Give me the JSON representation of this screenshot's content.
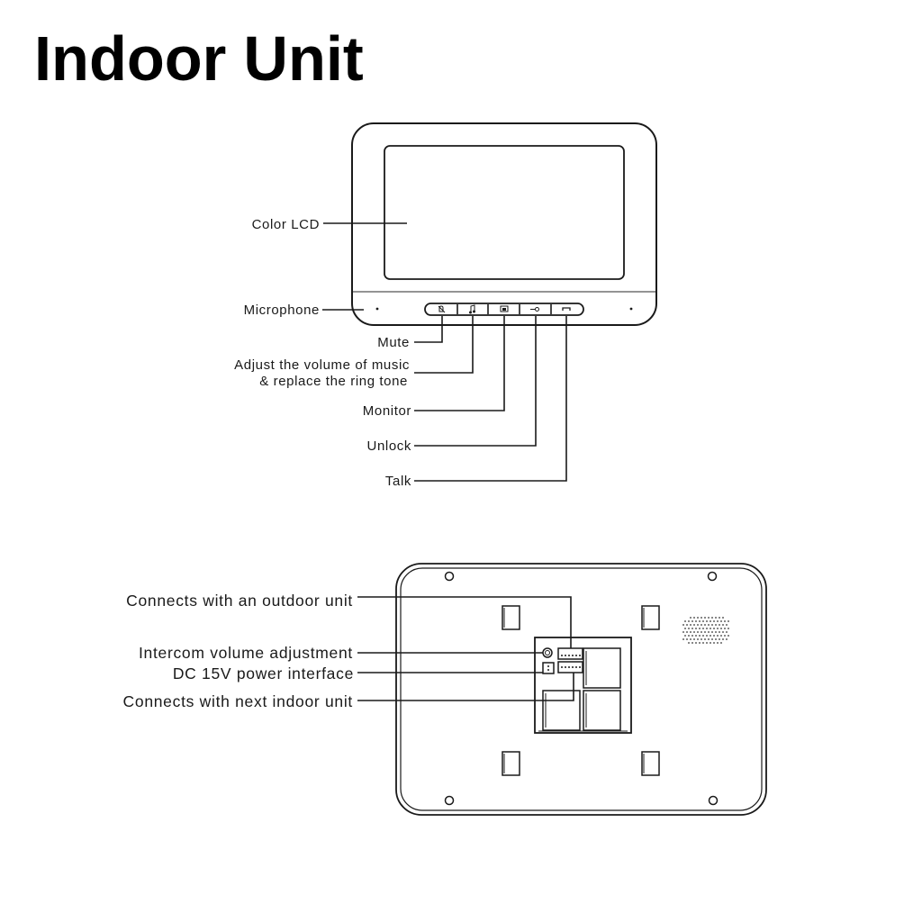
{
  "title": "Indoor Unit",
  "front_labels": {
    "color_lcd": "Color LCD",
    "microphone": "Microphone",
    "mute": "Mute",
    "volume_line1": "Adjust the volume of music",
    "volume_line2": "& replace the ring tone",
    "monitor": "Monitor",
    "unlock": "Unlock",
    "talk": "Talk"
  },
  "back_labels": {
    "outdoor": "Connects with an outdoor unit",
    "intercom_volume": "Intercom volume adjustment",
    "dc_power": "DC 15V power interface",
    "next_indoor": "Connects with next indoor unit"
  },
  "button_icons": [
    "mute-icon",
    "music-note-icon",
    "monitor-icon",
    "key-icon",
    "handset-icon"
  ]
}
